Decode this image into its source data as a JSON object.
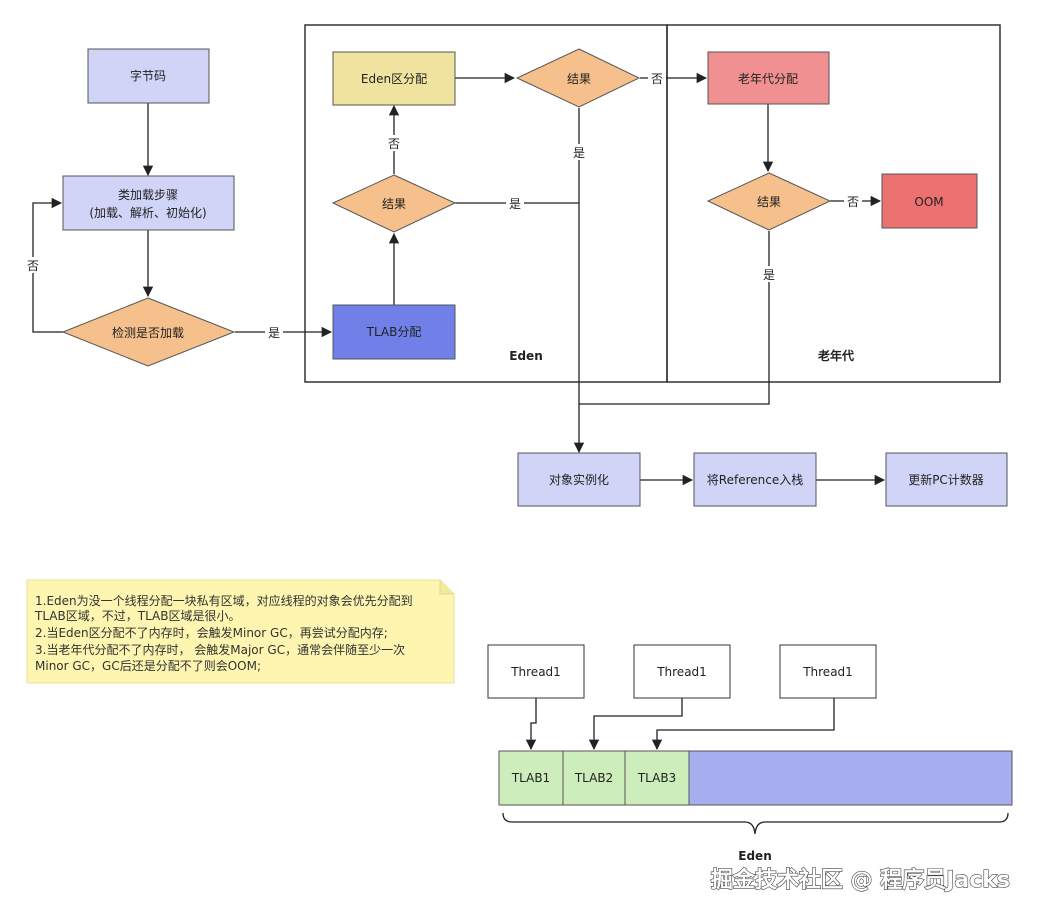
{
  "flow": {
    "bytecode": "字节码",
    "class_load_line1": "类加载步骤",
    "class_load_line2": "(加载、解析、初始化)",
    "check_loaded": "检测是否加载",
    "yes": "是",
    "no": "否",
    "tlab_alloc": "TLAB分配",
    "eden_alloc": "Eden区分配",
    "result": "结果",
    "old_alloc": "老年代分配",
    "oom": "OOM",
    "obj_init": "对象实例化",
    "push_ref": "将Reference入栈",
    "update_pc": "更新PC计数器",
    "eden_region": "Eden",
    "old_region": "老年代"
  },
  "note": {
    "lines": [
      "1.Eden为没一个线程分配一块私有区域，对应线程的对象会优先分配到",
      "TLAB区域，不过，TLAB区域是很小。",
      "2.当Eden区分配不了内存时，会触发Minor GC，再尝试分配内存;",
      "3.当老年代分配不了内存时， 会触发Major GC，通常会伴随至少一次",
      "Minor GC，GC后还是分配不了则会OOM;"
    ]
  },
  "tlab_diagram": {
    "threads": [
      "Thread1",
      "Thread1",
      "Thread1"
    ],
    "tlabs": [
      "TLAB1",
      "TLAB2",
      "TLAB3"
    ],
    "brace_label": "Eden"
  },
  "watermark": "掘金技术社区 @ 程序员Jacks",
  "colors": {
    "lavender": "#d0d4f7",
    "diamond": "#f5c08c",
    "tlab_blue": "#7180e8",
    "eden_yellow": "#f0e3a0",
    "old_red": "#f09090",
    "oom_red": "#ec7272",
    "note_yellow": "#fdf5b0",
    "tlab_green": "#cdeebb",
    "eden_bar": "#a6aef0"
  }
}
